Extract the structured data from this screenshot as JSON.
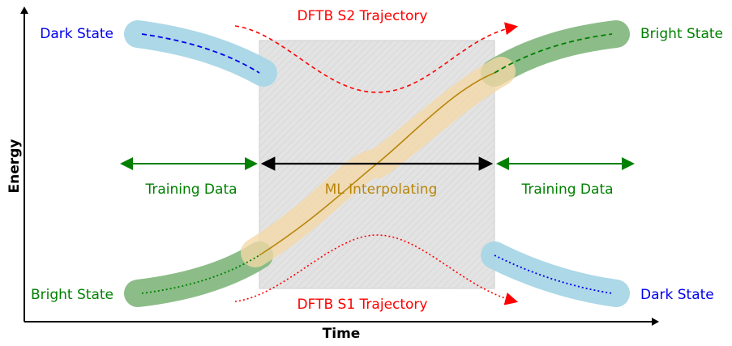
{
  "axes": {
    "x_label": "Time",
    "y_label": "Energy"
  },
  "states": {
    "top_left": "Dark State",
    "top_right": "Bright State",
    "bottom_left": "Bright State",
    "bottom_right": "Dark State"
  },
  "trajectories": {
    "s2": "DFTB S2 Trajectory",
    "s1": "DFTB S1 Trajectory"
  },
  "regions": {
    "left": "Training Data",
    "middle": "ML Interpolating",
    "right": "Training Data"
  },
  "colors": {
    "dark_band": "#a8d6e6",
    "bright_band": "#86b882",
    "interp_band": "#f4d9a6",
    "dark_text": "#0000ee",
    "bright_text": "#008000",
    "trajectory": "#ff0000",
    "interp_text": "#b8860b",
    "region_fill": "#e3e3e3"
  }
}
